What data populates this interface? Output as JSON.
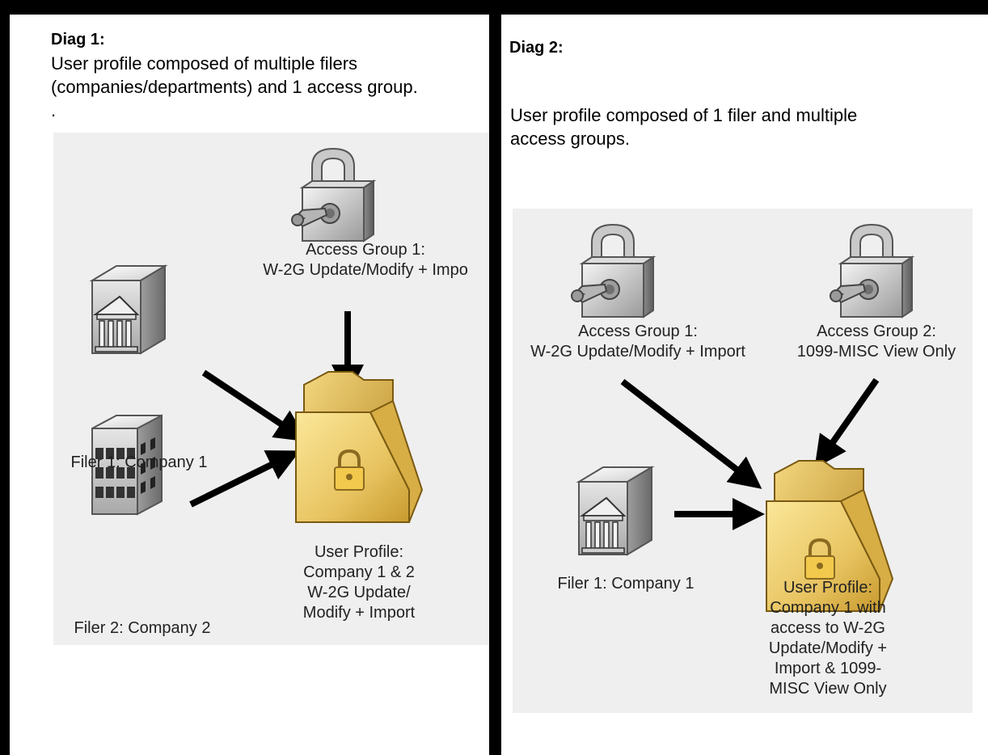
{
  "diag1": {
    "title": "Diag 1:",
    "description_lines": [
      "User profile composed of multiple filers",
      "(companies/departments) and 1 access group.",
      "."
    ],
    "access_group": [
      "Access Group 1:",
      "W-2G Update/Modify + Impo"
    ],
    "filer1": "Filer 1: Company 1",
    "filer2": "Filer 2: Company 2",
    "user_profile": [
      "User Profile:",
      "Company 1 & 2",
      "W-2G Update/",
      "Modify + Import"
    ]
  },
  "diag2": {
    "title": "Diag 2:",
    "description_lines": [
      "User profile composed of 1 filer and multiple",
      "access groups."
    ],
    "access_group1": [
      "Access Group 1:",
      "W-2G Update/Modify + Import"
    ],
    "access_group2": [
      "Access Group 2:",
      "1099-MISC View Only"
    ],
    "filer1": "Filer 1: Company 1",
    "user_profile": [
      "User Profile:",
      "Company 1 with",
      "access to  W-2G",
      "Update/Modify +",
      "Import & 1099-",
      "MISC View Only"
    ]
  },
  "icons": {
    "lock": "padlock-with-key-icon",
    "bank": "bank-building-icon",
    "office": "office-building-icon",
    "folder": "locked-folder-icon"
  },
  "colors": {
    "frame": "#000000",
    "canvas_bg": "#efefef",
    "folder": "#e8c461",
    "arrow": "#000000"
  }
}
